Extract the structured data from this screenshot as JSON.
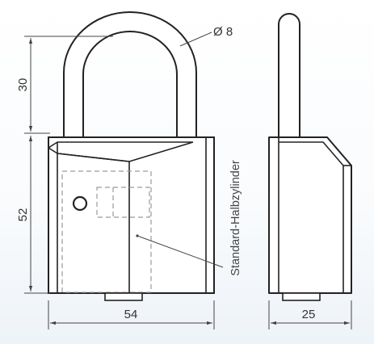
{
  "dimensions": {
    "shackle_height": "30",
    "body_height": "52",
    "body_width": "54",
    "body_depth": "25",
    "shackle_diameter": "Ø 8"
  },
  "labels": {
    "cylinder": "Standard-Halbzylinder"
  },
  "colors": {
    "outline": "#222222",
    "fill": "#ffffff",
    "dimension_line": "#444444",
    "hidden_line": "#9a9a9a"
  }
}
